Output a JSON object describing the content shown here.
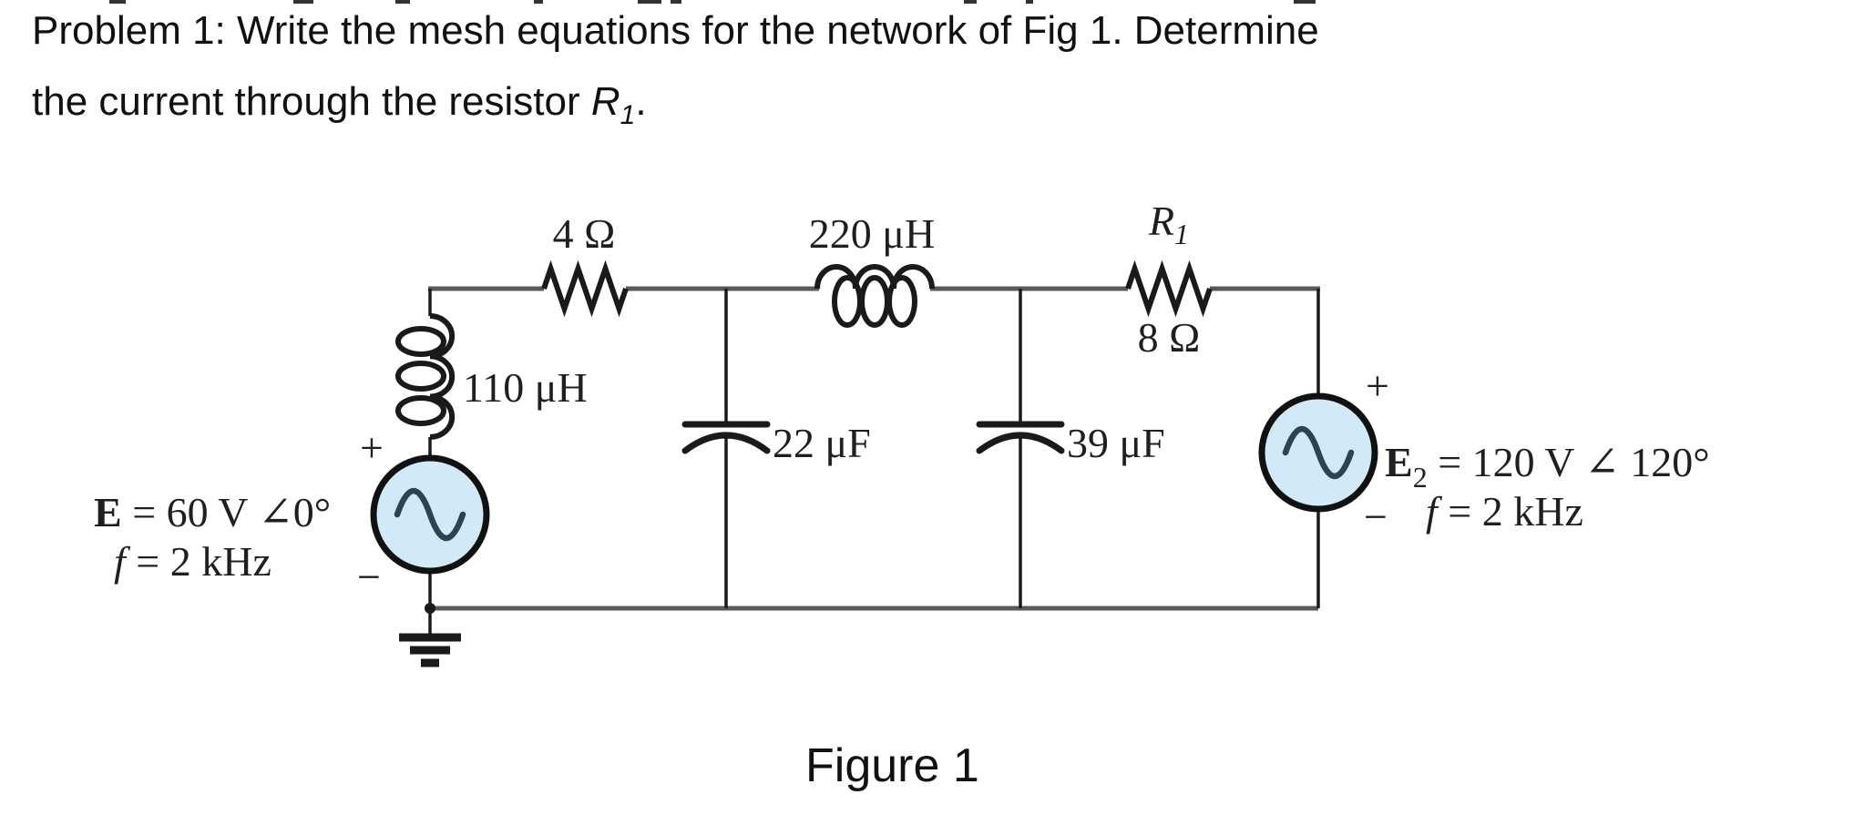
{
  "problem": {
    "line1": "Problem 1: Write the mesh equations for the network of Fig 1. Determine",
    "line2_prefix": "the current through the resistor ",
    "resistor_symbol": "R",
    "resistor_sub": "1",
    "line2_suffix": "."
  },
  "figure": {
    "caption": "Figure 1"
  },
  "circuit": {
    "resistor_series": {
      "label": "4 Ω"
    },
    "inductor_series": {
      "label": "220 μH"
    },
    "inductor_shunt": {
      "label": "110 μH"
    },
    "resistor_r1": {
      "name": "R",
      "name_sub": "1",
      "value": "8 Ω"
    },
    "capacitor_1": {
      "label": "22 μF"
    },
    "capacitor_2": {
      "label": "39 μF"
    },
    "source_left": {
      "plus": "+",
      "minus": "−",
      "symbol": "E",
      "value": " = 60 V ∠0°",
      "freq_symbol": "f",
      "freq_value": " = 2 kHz"
    },
    "source_right": {
      "plus": "+",
      "minus": "−",
      "symbol": "E",
      "symbol_sub": "2",
      "value": " = 120 V ∠ 120°",
      "freq_symbol": "f",
      "freq_value": " = 2 kHz"
    }
  },
  "colors": {
    "r1_label": "#2f7ec0",
    "source_fill": "#d2e9f8",
    "source_sine": "#2e4350",
    "wire_gray": "#58595b",
    "ink": "#1a1a1a"
  }
}
